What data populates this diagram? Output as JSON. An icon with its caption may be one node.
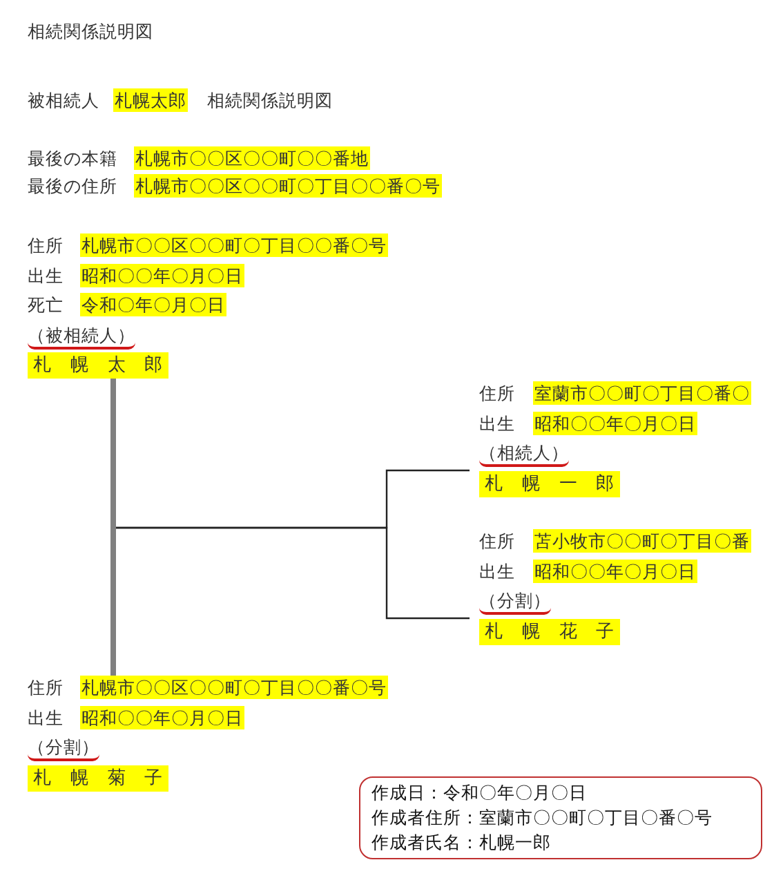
{
  "diagram": {
    "title": "相続関係説明図",
    "nodes": [
      {
        "text": [
          "最後の本籍",
          "札幌市〇〇区〇〇町〇〇番地",
          "最後の住所",
          "札幌市〇〇区〇〇町〇丁目〇〇番〇号"
        ]
      },
      {
        "text": [
          "住所",
          "札幌市〇〇区〇〇町〇丁目〇〇番〇号",
          "出生",
          "昭和〇〇年〇月〇日",
          "死亡",
          "令和〇年〇月〇日",
          "（被相続人）",
          "札 幌 太 郎"
        ]
      },
      {
        "text": [
          "住所",
          "室蘭市〇〇町〇丁目〇番〇",
          "出生",
          "昭和〇〇年〇月〇日",
          "（相続人）",
          "札 幌 一 郎"
        ]
      },
      {
        "text": [
          "住所",
          "苫小牧市〇〇町〇丁目〇番",
          "出生",
          "昭和〇〇年〇月〇日",
          "（分割）",
          "札 幌 花 子"
        ]
      },
      {
        "text": [
          "住所",
          "札幌市〇〇区〇〇町〇丁目〇〇番〇号",
          "出生",
          "昭和〇〇年〇月〇日",
          "（分割）",
          "札 幌 菊 子"
        ]
      },
      {
        "text": [
          "作成日：令和〇年〇月〇日",
          "作成者住所：室蘭市〇〇町〇丁目〇番〇号",
          "作成者氏名：札幌一郎"
        ]
      }
    ],
    "edges": [
      {
        "from": 1,
        "to": 4,
        "arrow": "none",
        "style": "thick",
        "color": "#808080"
      },
      {
        "from": null,
        "to": 2,
        "arrow": "none"
      },
      {
        "from": null,
        "to": 3,
        "arrow": "none"
      }
    ],
    "labels": [
      "被相続人",
      "札幌太郎",
      "相続関係説明図"
    ]
  }
}
